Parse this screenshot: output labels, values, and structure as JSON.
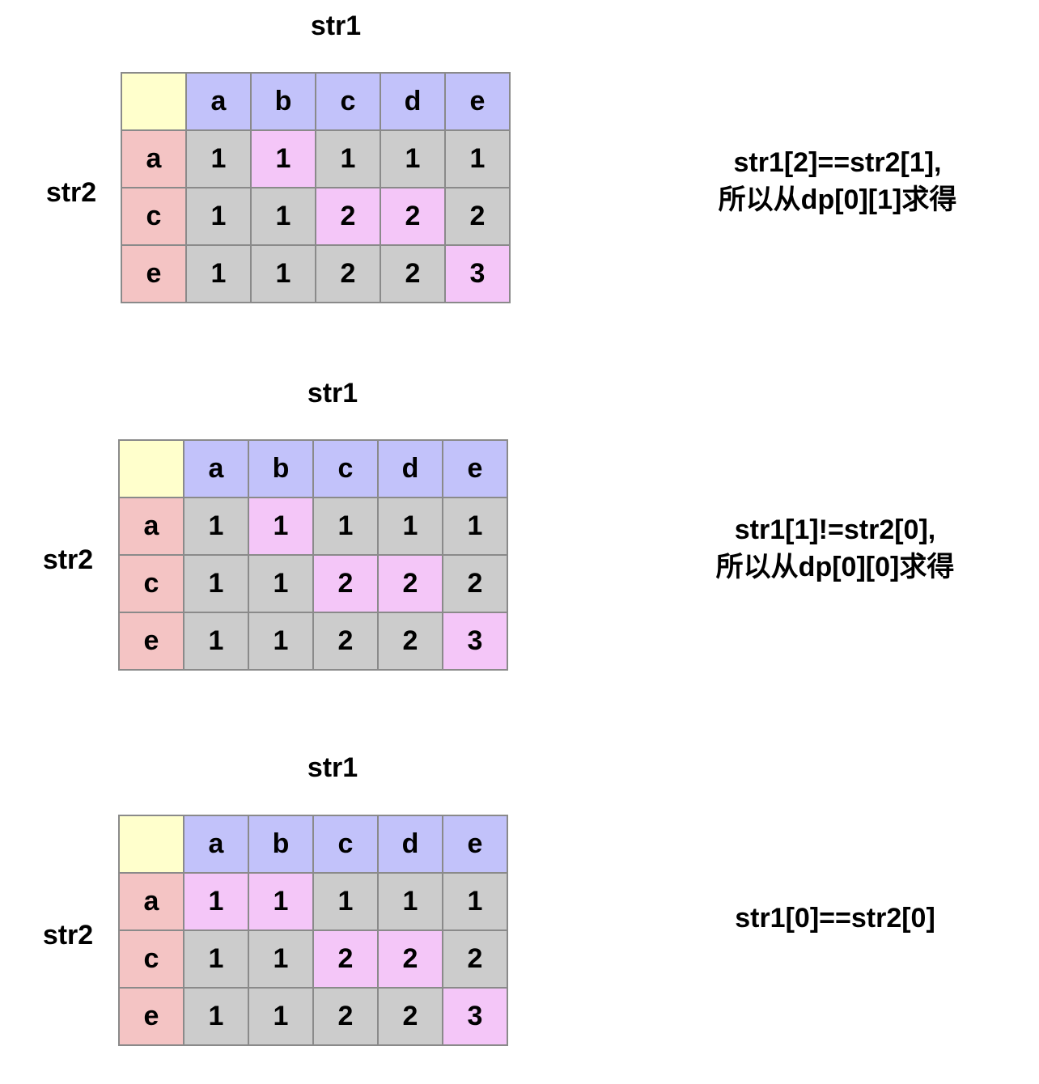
{
  "panels": [
    {
      "col_label": "str1",
      "row_label": "str2",
      "col_headers": [
        "a",
        "b",
        "c",
        "d",
        "e"
      ],
      "row_headers": [
        "a",
        "c",
        "e"
      ],
      "cells": [
        [
          "1",
          "1",
          "1",
          "1",
          "1"
        ],
        [
          "1",
          "1",
          "2",
          "2",
          "2"
        ],
        [
          "1",
          "1",
          "2",
          "2",
          "3"
        ]
      ],
      "highlight": [
        [
          false,
          true,
          false,
          false,
          false
        ],
        [
          false,
          false,
          true,
          true,
          false
        ],
        [
          false,
          false,
          false,
          false,
          true
        ]
      ],
      "note_lines": [
        "str1[2]==str2[1],",
        "所以从dp[0][1]求得"
      ]
    },
    {
      "col_label": "str1",
      "row_label": "str2",
      "col_headers": [
        "a",
        "b",
        "c",
        "d",
        "e"
      ],
      "row_headers": [
        "a",
        "c",
        "e"
      ],
      "cells": [
        [
          "1",
          "1",
          "1",
          "1",
          "1"
        ],
        [
          "1",
          "1",
          "2",
          "2",
          "2"
        ],
        [
          "1",
          "1",
          "2",
          "2",
          "3"
        ]
      ],
      "highlight": [
        [
          false,
          true,
          false,
          false,
          false
        ],
        [
          false,
          false,
          true,
          true,
          false
        ],
        [
          false,
          false,
          false,
          false,
          true
        ]
      ],
      "note_lines": [
        "str1[1]!=str2[0],",
        "所以从dp[0][0]求得"
      ]
    },
    {
      "col_label": "str1",
      "row_label": "str2",
      "col_headers": [
        "a",
        "b",
        "c",
        "d",
        "e"
      ],
      "row_headers": [
        "a",
        "c",
        "e"
      ],
      "cells": [
        [
          "1",
          "1",
          "1",
          "1",
          "1"
        ],
        [
          "1",
          "1",
          "2",
          "2",
          "2"
        ],
        [
          "1",
          "1",
          "2",
          "2",
          "3"
        ]
      ],
      "highlight": [
        [
          true,
          true,
          false,
          false,
          false
        ],
        [
          false,
          false,
          true,
          true,
          false
        ],
        [
          false,
          false,
          false,
          false,
          true
        ]
      ],
      "note_lines": [
        "str1[0]==str2[0]"
      ]
    }
  ],
  "colors": {
    "corner": "#ffffcc",
    "column_header": "#c2c2fa",
    "row_header": "#f4c4c4",
    "cell": "#cccccc",
    "highlight": "#f4c6f8",
    "border": "#8a8a8a"
  }
}
